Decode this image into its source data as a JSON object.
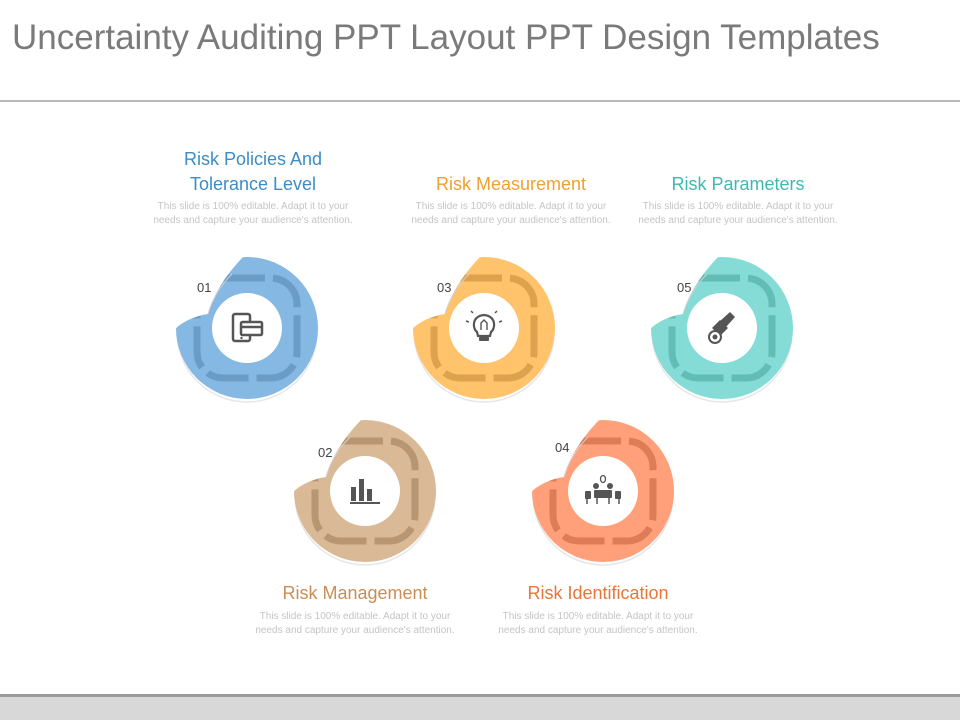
{
  "slide": {
    "title": "Uncertainty Auditing PPT Layout PPT Design Templates"
  },
  "items": [
    {
      "number": "01",
      "title": "Risk Policies And Tolerance Level",
      "description": "This slide is 100% editable. Adapt it to your needs and capture your audience's attention.",
      "color": "#85b8e2",
      "icon": "tablet-card-icon"
    },
    {
      "number": "02",
      "title": "Risk Management",
      "description": "This slide is 100% editable. Adapt it to your needs and capture your audience's attention.",
      "color": "#d9b996",
      "icon": "bar-chart-icon"
    },
    {
      "number": "03",
      "title": "Risk Measurement",
      "description": "This slide is 100% editable. Adapt it to your needs and capture your audience's attention.",
      "color": "#ffc36b",
      "icon": "lightbulb-icon"
    },
    {
      "number": "04",
      "title": "Risk Identification",
      "description": "This slide is 100% editable. Adapt it to your needs and capture your audience's attention.",
      "color": "#ffa07a",
      "icon": "meeting-icon"
    },
    {
      "number": "05",
      "title": "Risk Parameters",
      "description": "This slide is 100% editable. Adapt it to your needs and capture your audience's attention.",
      "color": "#85dcd6",
      "icon": "hand-coin-icon"
    }
  ],
  "label_colors": {
    "blue": "#3d8cc4",
    "tan": "#c98e55",
    "orange": "#f0a030",
    "coral": "#e8763a",
    "teal": "#3fb8b0"
  }
}
